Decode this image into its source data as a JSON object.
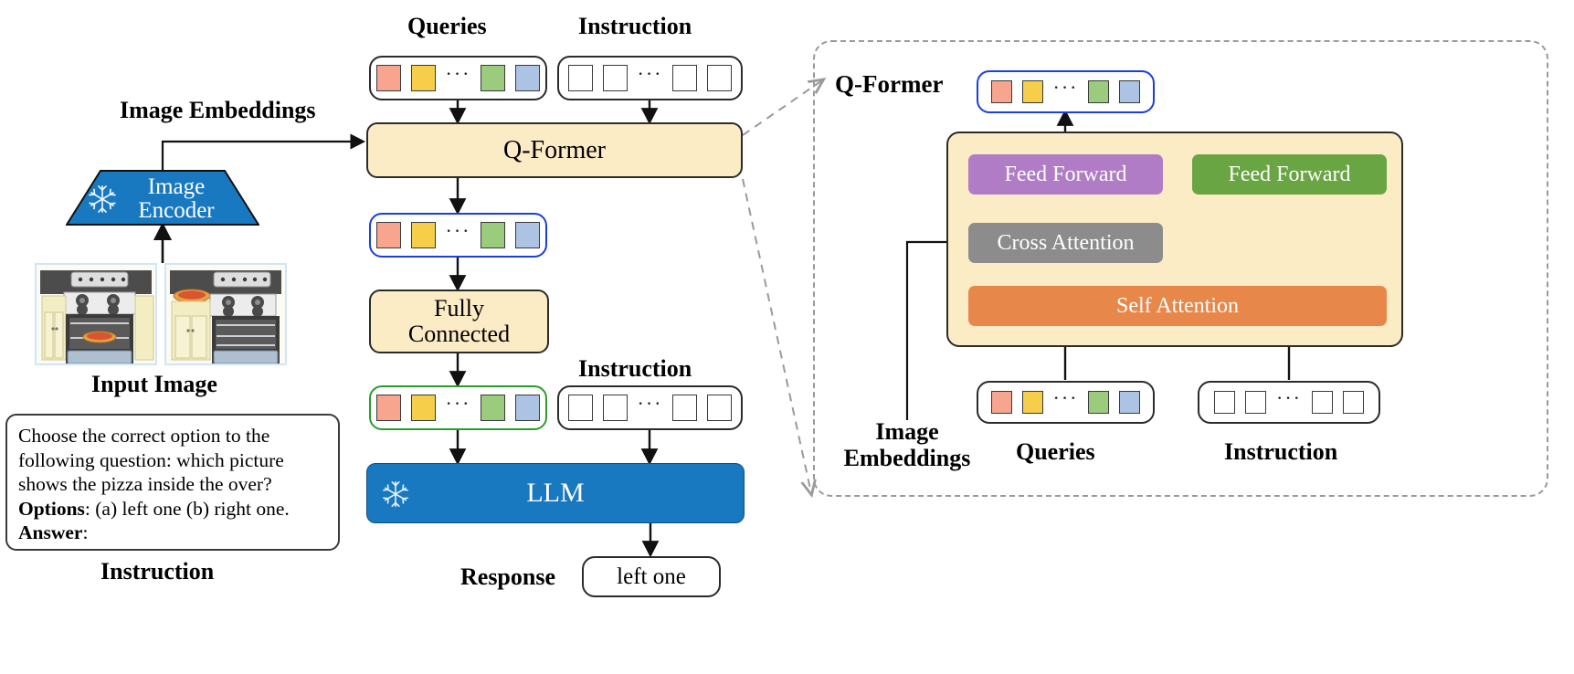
{
  "diagram": {
    "title": "InstructBLIP-style vision-language model architecture",
    "left": {
      "image_embeddings_label": "Image Embeddings",
      "encoder_label_line1": "Image",
      "encoder_label_line2": "Encoder",
      "encoder_frozen_icon": "snowflake-icon",
      "input_image_label": "Input Image",
      "images": [
        {
          "alt": "stove with pizza inside the open oven"
        },
        {
          "alt": "stove with pizza on the countertop"
        }
      ],
      "instruction_card": {
        "line1": "Choose the correct option to the",
        "line2": "following question: which picture",
        "line3": "shows the pizza inside the over?",
        "options_label": "Options",
        "options_text": ": (a) left one (b) right one.",
        "answer_label": "Answer",
        "answer_text": ":"
      },
      "instruction_caption": "Instruction"
    },
    "middle": {
      "queries_label": "Queries",
      "instruction_label_top": "Instruction",
      "instruction_label_mid": "Instruction",
      "qformer_label": "Q-Former",
      "fully_connected_line1": "Fully",
      "fully_connected_line2": "Connected",
      "llm_label": "LLM",
      "llm_frozen_icon": "snowflake-icon",
      "response_label": "Response",
      "response_value": "left one"
    },
    "right": {
      "panel_title": "Q-Former",
      "output_tokens_border_color": "#1a3fe0",
      "feed_forward_left": "Feed Forward",
      "feed_forward_right": "Feed Forward",
      "cross_attention": "Cross Attention",
      "self_attention": "Self Attention",
      "image_embeddings_line1": "Image",
      "image_embeddings_line2": "Embeddings",
      "queries_label": "Queries",
      "instruction_label": "Instruction"
    },
    "tokens": {
      "query_colors": [
        "#f7a58f",
        "#f7ce4a",
        "#9bcc7e",
        "#adc3e3"
      ],
      "instruction_color": "#ffffff"
    },
    "colors": {
      "qformer_fill": "#fcecc6",
      "llm_fill": "#1878c0",
      "encoder_fill": "#1878c0",
      "feed_forward_left_fill": "#b07cc6",
      "feed_forward_right_fill": "#6aa544",
      "cross_attention_fill": "#8c8c8c",
      "self_attention_fill": "#e8874a",
      "output_border_blue": "#1a3fe0",
      "output_border_green": "#2a9e2a",
      "dashed_guide": "#9a9a9a"
    }
  }
}
